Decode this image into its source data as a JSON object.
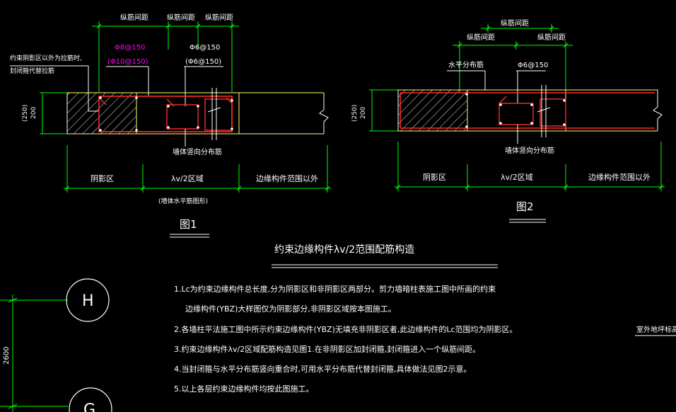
{
  "fig1": {
    "dims_top": [
      "纵筋间距",
      "纵筋间距",
      "纵筋间距"
    ],
    "rebar_label_1": "Φ8@150",
    "rebar_label_1b": "(Φ10@150)",
    "rebar_label_2": "Φ6@150",
    "rebar_label_2b": "(Φ6@150)",
    "note_left_1": "约束阴影区以外为拉筋时,",
    "note_left_2": "封闭箍代替拉筋",
    "height_1": "(250)",
    "height_2": "200",
    "dist_label": "墙体竖向分布筋",
    "zones": [
      "阴影区",
      "λv/2区域",
      "边缘构件范围以外"
    ],
    "sub_note": "(墙体水平筋图形)",
    "caption": "图1"
  },
  "fig2": {
    "dim_top": "纵筋间距",
    "dims_mid": [
      "纵筋间距",
      "纵筋间距"
    ],
    "horiz_label": "水平分布筋",
    "rebar_label": "Φ6@150",
    "height_1": "(250)",
    "height_2": "200",
    "dist_label": "墙体竖向分布筋",
    "zones": [
      "阴影区",
      "λv/2区域",
      "边缘构件范围以外"
    ],
    "caption": "图2"
  },
  "title": "约束边缘构件λv/2范围配筋构造",
  "notes": [
    "1.Lc为约束边缘构件总长度,分为阴影区和非阴影区两部分。剪力墙暗柱表施工图中所画的约束",
    "边缘构件(YBZ)大样图仅为阴影部分,非阴影区域按本图施工。",
    "2.各墙柱平法施工图中所示约束边缘构件(YBZ)无填充非阴影区者,此边缘构件的Lc范围均为阴影区。",
    "3.约束边缘构件λv/2区域配筋构造见图1.在非阴影区加封闭箍,封闭箍进入一个纵筋间距。",
    "4.当封闭箍与水平分布筋竖向重合时,可用水平分布筋代替封闭箍,具体做法见图2示意。",
    "5.以上各层约束边缘构件均按此图施工。"
  ],
  "right_label": "室外地坪标高",
  "axes": [
    "H",
    "G"
  ],
  "axis_dim": "2600"
}
